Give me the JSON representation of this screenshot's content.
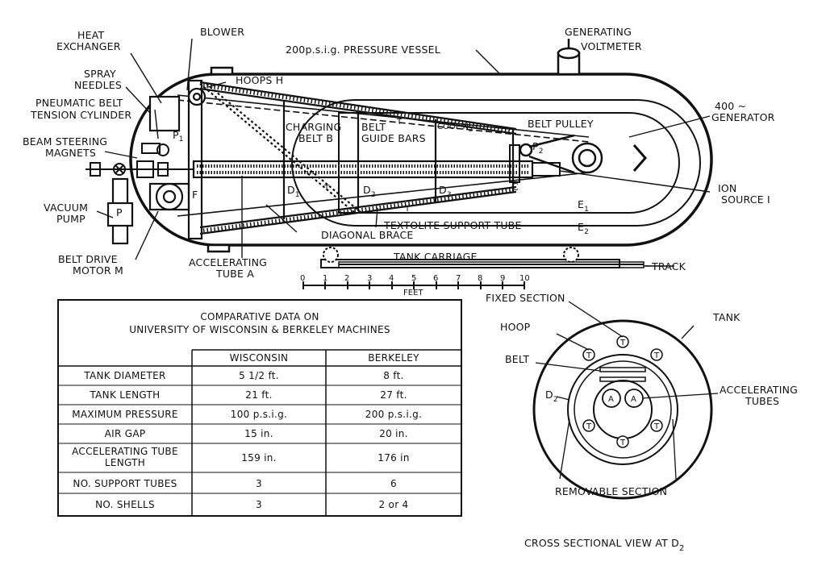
{
  "labels": {
    "heat_exchanger_1": "HEAT",
    "heat_exchanger_2": "EXCHANGER",
    "blower": "BLOWER",
    "pressure_vessel": "200p.s.i.g.   PRESSURE VESSEL",
    "voltmeter_1": "GENERATING",
    "voltmeter_2": "VOLTMETER",
    "spray_1": "SPRAY",
    "spray_2": "NEEDLES",
    "hoops": "HOOPS  H",
    "tension_1": "PNEUMATIC BELT",
    "tension_2": "TENSION CYLINDER",
    "charging_1": "CHARGING",
    "charging_2": "BELT  B",
    "guide_1": "BELT",
    "guide_2": "GUIDE BARS",
    "cool": "COOL  N",
    "cool_sub": "2",
    "belt_pulley": "BELT PULLEY",
    "generator_1": "400 ~",
    "generator_2": "GENERATOR",
    "beam_1": "BEAM STEERING",
    "beam_2": "MAGNETS",
    "p1": "P",
    "p1_sub": "1",
    "p2": "P",
    "p2_sub": "2",
    "t_mark": "T",
    "f_mark": "F",
    "c_mark": "C",
    "p_mark": "P",
    "d1": "D",
    "d1_sub": "1",
    "d2": "D",
    "d2_sub": "2",
    "d3": "D",
    "d3_sub": "3",
    "e1": "E",
    "e1_sub": "1",
    "e2": "E",
    "e2_sub": "2",
    "ion_1": "ION",
    "ion_2": "SOURCE  I",
    "vacuum_1": "VACUUM",
    "vacuum_2": "PUMP",
    "textolite": "TEXTOLITE  SUPPORT TUBE",
    "diagonal": "DIAGONAL  BRACE",
    "motor_1": "BELT DRIVE",
    "motor_2": "MOTOR  M",
    "tube_1": "ACCELERATING",
    "tube_2": "TUBE  A",
    "carriage": "TANK   CARRIAGE",
    "track": "TRACK",
    "feet": "FEET",
    "scale": [
      "0",
      "1",
      "2",
      "3",
      "4",
      "5",
      "6",
      "7",
      "8",
      "9",
      "10"
    ]
  },
  "table": {
    "title_1": "COMPARATIVE DATA ON",
    "title_2": "UNIVERSITY   OF   WISCONSIN  &  BERKELEY  MACHINES",
    "headers": [
      "WISCONSIN",
      "BERKELEY"
    ],
    "rows": [
      {
        "label": "TANK  DIAMETER",
        "wisconsin": "5 1/2  ft.",
        "berkeley": "8 ft."
      },
      {
        "label": "TANK  LENGTH",
        "wisconsin": "21  ft.",
        "berkeley": "27 ft."
      },
      {
        "label": "MAXIMUM  PRESSURE",
        "wisconsin": "100  p.s.i.g.",
        "berkeley": "200  p.s.i.g."
      },
      {
        "label": "AIR  GAP",
        "wisconsin": "15  in.",
        "berkeley": "20  in."
      },
      {
        "label": "ACCELERATING  TUBE",
        "label_2": "LENGTH",
        "wisconsin": "159  in.",
        "berkeley": "176  in"
      },
      {
        "label": "NO.  SUPPORT  TUBES",
        "wisconsin": "3",
        "berkeley": "6"
      },
      {
        "label": "NO.  SHELLS",
        "wisconsin": "3",
        "berkeley": "2  or  4"
      }
    ]
  },
  "cross_section": {
    "fixed": "FIXED  SECTION",
    "tank": "TANK",
    "hoop": "HOOP",
    "belt": "BELT",
    "d2": "D",
    "d2_sub": "2",
    "tubes_1": "ACCELERATING",
    "tubes_2": "TUBES",
    "a_mark": "A",
    "t_mark": "T",
    "removable": "REMOVABLE  SECTION",
    "caption": "CROSS  SECTIONAL  VIEW  AT  D",
    "caption_sub": "2"
  }
}
